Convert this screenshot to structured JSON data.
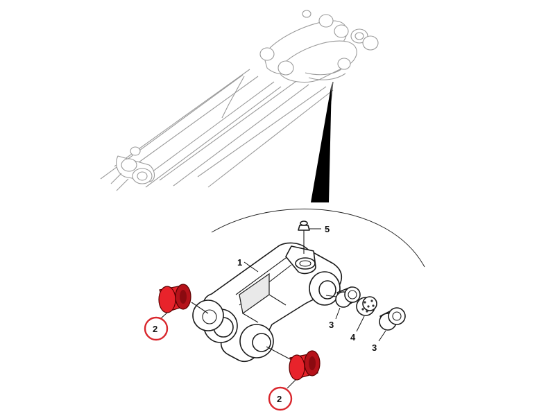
{
  "callouts": {
    "link_arm": "1",
    "bushing_left": "2",
    "bushing_bottom": "2",
    "spacer_left": "3",
    "spacer_right": "3",
    "bearing": "4",
    "grease_nipple": "5"
  },
  "colors": {
    "highlight_red": "#e8232b",
    "ring_red": "#d9262c"
  }
}
